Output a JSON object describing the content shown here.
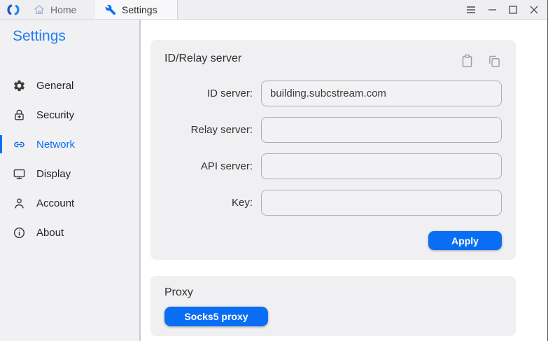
{
  "titlebar": {
    "home_tab": "Home",
    "settings_tab": "Settings",
    "window_controls": {
      "menu": "menu-icon",
      "minimize": "minimize-icon",
      "maximize": "maximize-icon",
      "close": "close-icon"
    }
  },
  "sidebar": {
    "title": "Settings",
    "items": [
      {
        "label": "General",
        "icon": "gear-icon",
        "active": false
      },
      {
        "label": "Security",
        "icon": "lock-icon",
        "active": false
      },
      {
        "label": "Network",
        "icon": "link-icon",
        "active": true
      },
      {
        "label": "Display",
        "icon": "monitor-icon",
        "active": false
      },
      {
        "label": "Account",
        "icon": "person-icon",
        "active": false
      },
      {
        "label": "About",
        "icon": "info-icon",
        "active": false
      }
    ]
  },
  "main": {
    "id_relay_card": {
      "title": "ID/Relay server",
      "header_icons": [
        "paste-icon",
        "copy-icon"
      ],
      "fields": [
        {
          "label": "ID server:",
          "value": "building.subcstream.com"
        },
        {
          "label": "Relay server:",
          "value": ""
        },
        {
          "label": "API server:",
          "value": ""
        },
        {
          "label": "Key:",
          "value": ""
        }
      ],
      "apply_label": "Apply"
    },
    "proxy_card": {
      "title": "Proxy",
      "socks5_label": "Socks5 proxy"
    }
  },
  "colors": {
    "accent": "#0a6ef4",
    "card_bg": "#f0f0f2",
    "sidebar_bg": "#f1f1f4",
    "titlebar_bg": "#efeff2"
  }
}
